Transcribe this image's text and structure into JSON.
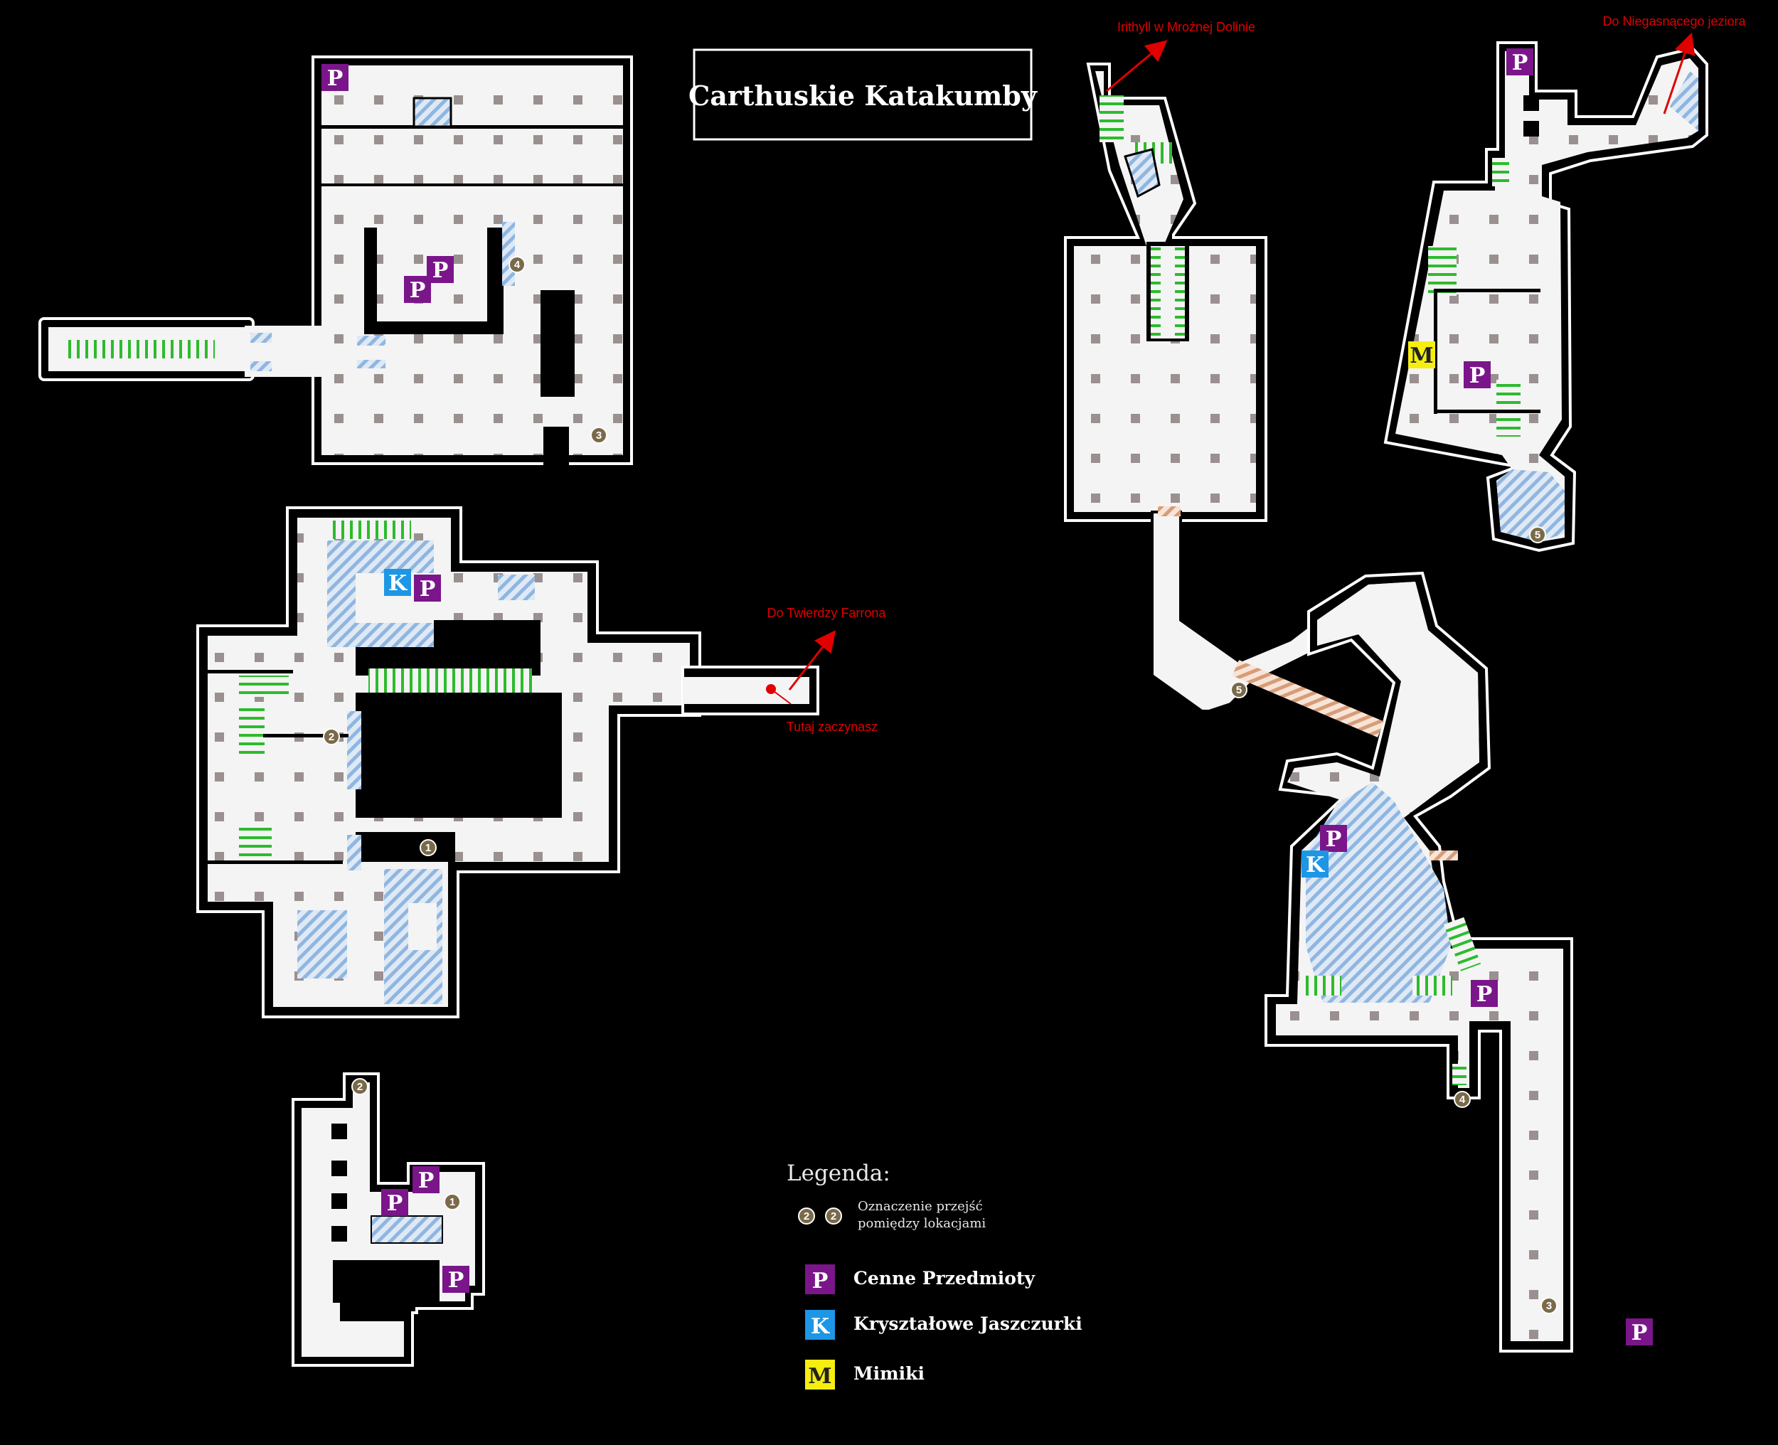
{
  "title": "Carthuskie Katakumby",
  "labels": {
    "exit_irithyll": "Irithyll w Mroźnej Dolinie",
    "exit_lake": "Do Niegasnącego jeziora",
    "exit_farron": "Do Twierdzy Farrona",
    "start": "Tutaj zaczynasz"
  },
  "legend": {
    "title": "Legenda:",
    "transition_line1": "Oznaczenie przejść",
    "transition_line2": "pomiędzy lokacjami",
    "transition_num": "2",
    "items": [
      {
        "letter": "P",
        "label": "Cenne Przedmioty",
        "color": "#7a168a"
      },
      {
        "letter": "K",
        "label": "Kryształowe Jaszczurki",
        "color": "#1e96e6"
      },
      {
        "letter": "M",
        "label": "Mimiki",
        "color": "#f5ee10"
      }
    ]
  },
  "markers": [
    {
      "letter": "P"
    },
    {
      "letter": "P"
    },
    {
      "letter": "P"
    },
    {
      "letter": "K"
    },
    {
      "letter": "P"
    },
    {
      "letter": "P"
    },
    {
      "letter": "P"
    },
    {
      "letter": "P"
    },
    {
      "letter": "P"
    },
    {
      "letter": "P"
    },
    {
      "letter": "M"
    },
    {
      "letter": "P"
    },
    {
      "letter": "P"
    },
    {
      "letter": "K"
    },
    {
      "letter": "P"
    },
    {
      "letter": "P"
    }
  ],
  "transitions": [
    "4",
    "3",
    "2",
    "1",
    "2",
    "1",
    "5",
    "5",
    "4",
    "3"
  ],
  "colors": {
    "floor": "#f4f4f4",
    "wall": "#000000",
    "pillar": "#9a9090",
    "stairs": "#2dbb2d",
    "water": "#a8c8e8",
    "bridge": "#e0b090",
    "exit_arrow": "#e00000"
  }
}
